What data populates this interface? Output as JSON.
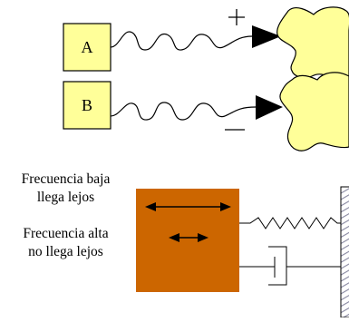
{
  "top_diagram": {
    "box_a": "A",
    "box_b": "B",
    "plus_sign": "+",
    "minus_sign": "—"
  },
  "bottom_diagram": {
    "text_low_freq": "Frecuencia baja llega lejos",
    "text_high_freq": "Frecuencia alta no llega lejos"
  },
  "colors": {
    "box_fill": "#ffff99",
    "blob_fill": "#ffff99",
    "mass_fill": "#cc6600",
    "wall_hatch": "#9999aa"
  }
}
